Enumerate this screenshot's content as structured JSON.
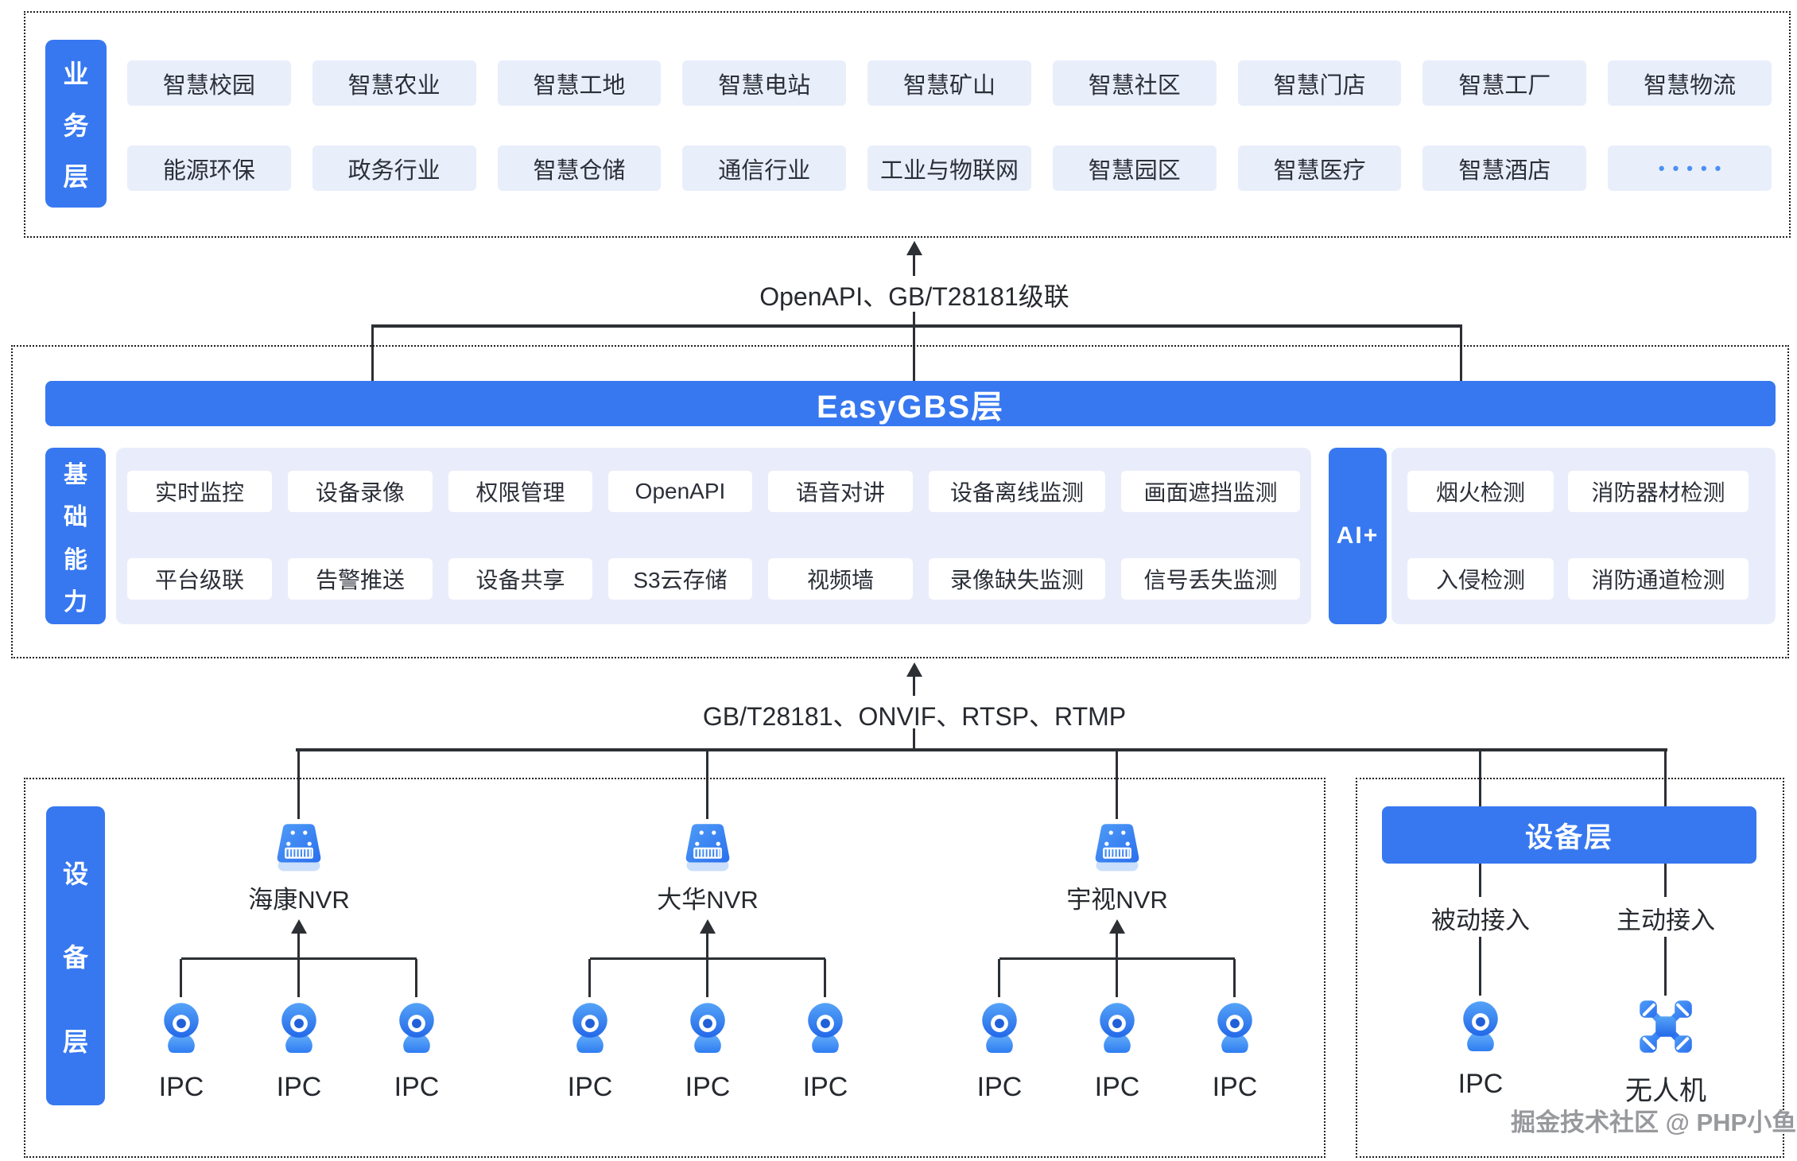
{
  "colors": {
    "accent_blue": "#3778f0",
    "panel_light_blue": "#e9edfb",
    "chip_fill": "#e9eefb",
    "text_dark": "#2b2f38",
    "line_dark": "#2c2f33",
    "icon_blue_top": "#54a2f8",
    "icon_blue_bottom": "#2368e8",
    "watermark_grey": "#97999c"
  },
  "business_layer": {
    "label": "业务层",
    "row1": [
      "智慧校园",
      "智慧农业",
      "智慧工地",
      "智慧电站",
      "智慧矿山",
      "智慧社区",
      "智慧门店",
      "智慧工厂",
      "智慧物流"
    ],
    "row2": [
      "能源环保",
      "政务行业",
      "智慧仓储",
      "通信行业",
      "工业与物联网",
      "智慧园区",
      "智慧医疗",
      "智慧酒店",
      "•••••"
    ]
  },
  "top_connector": {
    "label": "OpenAPI、GB/T28181级联"
  },
  "easygbs_layer": {
    "bar_label": "EasyGBS层",
    "capability_label": "基础能力",
    "capabilities_row1": [
      "实时监控",
      "设备录像",
      "权限管理",
      "OpenAPI",
      "语音对讲",
      "设备离线监测",
      "画面遮挡监测"
    ],
    "capabilities_row2": [
      "平台级联",
      "告警推送",
      "设备共享",
      "S3云存储",
      "视频墙",
      "录像缺失监测",
      "信号丢失监测"
    ],
    "ai_label": "AI+",
    "ai_row1": [
      "烟火检测",
      "消防器材检测"
    ],
    "ai_row2": [
      "入侵检测",
      "消防通道检测"
    ]
  },
  "bottom_connector": {
    "label": "GB/T28181、ONVIF、RTSP、RTMP"
  },
  "device_layer": {
    "label": "设备层",
    "nvr_groups": [
      {
        "name": "海康NVR",
        "cameras": [
          "IPC",
          "IPC",
          "IPC"
        ]
      },
      {
        "name": "大华NVR",
        "cameras": [
          "IPC",
          "IPC",
          "IPC"
        ]
      },
      {
        "name": "宇视NVR",
        "cameras": [
          "IPC",
          "IPC",
          "IPC"
        ]
      }
    ],
    "right_panel": {
      "bar_label": "设备层",
      "passive_label": "被动接入",
      "active_label": "主动接入",
      "ipc_label": "IPC",
      "drone_label": "无人机"
    }
  },
  "watermark": "掘金技术社区 @ PHP小鱼仔"
}
